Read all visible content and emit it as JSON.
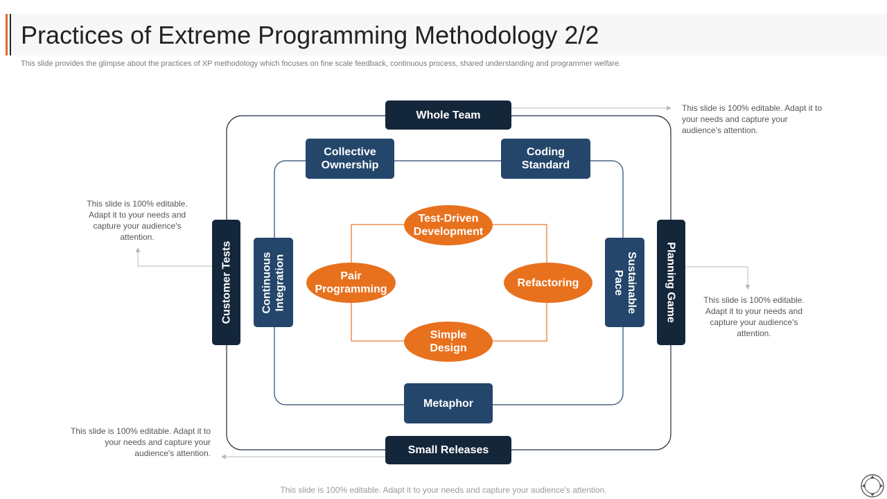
{
  "header": {
    "title": "Practices of Extreme Programming Methodology 2/2",
    "subtitle": "This slide provides the glimpse about the practices of XP  methodology which focuses on fine scale feedback, continuous process, shared understanding and programmer welfare."
  },
  "outer_ring": {
    "top": "Whole Team",
    "bottom": "Small Releases",
    "left": "Customer Tests",
    "right": "Planning Game"
  },
  "middle_ring": {
    "top_left": [
      "Collective",
      "Ownership"
    ],
    "top_right": [
      "Coding",
      "Standard"
    ],
    "bottom": "Metaphor",
    "left": [
      "Continuous",
      "Integration"
    ],
    "right": [
      "Sustainable",
      "Pace"
    ]
  },
  "inner_ring": {
    "top": [
      "Test-Driven",
      "Development"
    ],
    "left": [
      "Pair",
      "Programming"
    ],
    "right": "Refactoring",
    "bottom": [
      "Simple",
      "Design"
    ]
  },
  "notes": {
    "top_right": "This slide is 100% editable. Adapt it to your needs and capture your audience's attention.",
    "left": "This slide is 100% editable. Adapt it to your needs and capture your audience's attention.",
    "right": "This slide is 100% editable. Adapt it to your needs and capture your audience's attention.",
    "bottom_left": "This slide is 100% editable. Adapt it to your needs and capture your audience's attention."
  },
  "footer": "This slide is 100% editable. Adapt it to your needs and capture your audience's attention.",
  "colors": {
    "dark_navy": "#14263a",
    "mid_navy": "#24466a",
    "orange": "#e8711e",
    "accent": "#e36c23"
  },
  "icons": {
    "logo": "circular-arrows-logo"
  }
}
